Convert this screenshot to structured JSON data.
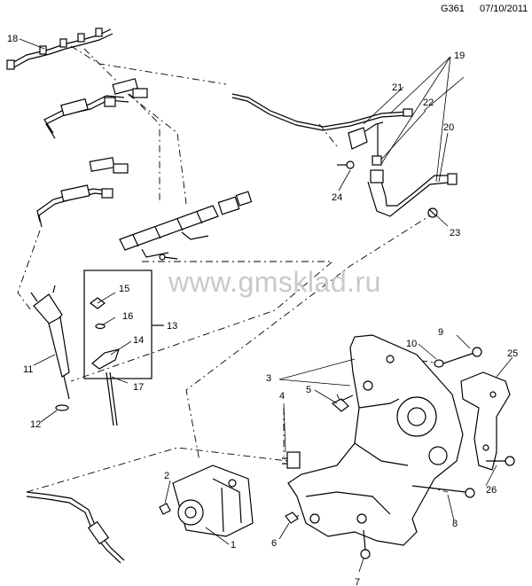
{
  "header": {
    "code": "G361",
    "date": "07/10/2011"
  },
  "watermark": "www.gmsklad.ru",
  "callouts": [
    "1",
    "2",
    "3",
    "4",
    "5",
    "6",
    "7",
    "8",
    "9",
    "10",
    "11",
    "12",
    "13",
    "14",
    "15",
    "16",
    "17",
    "18",
    "19",
    "20",
    "21",
    "22",
    "23",
    "24",
    "25",
    "26"
  ],
  "colors": {
    "line": "#000000",
    "watermark": "#c9c9c9",
    "background": "#ffffff"
  }
}
